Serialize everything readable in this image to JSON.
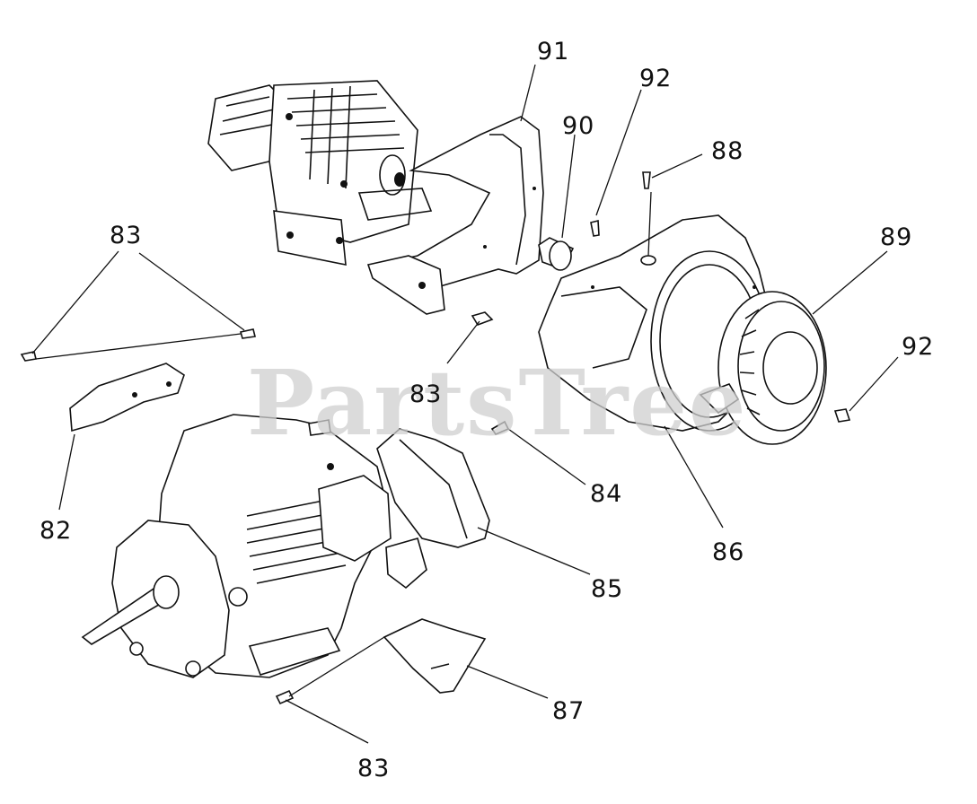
{
  "watermark": "PartsTree",
  "callouts": {
    "c91": "91",
    "c92a": "92",
    "c90": "90",
    "c88": "88",
    "c83a": "83",
    "c89": "89",
    "c92b": "92",
    "c83b": "83",
    "c84": "84",
    "c82": "82",
    "c86": "86",
    "c85": "85",
    "c87": "87",
    "c83c": "83"
  }
}
